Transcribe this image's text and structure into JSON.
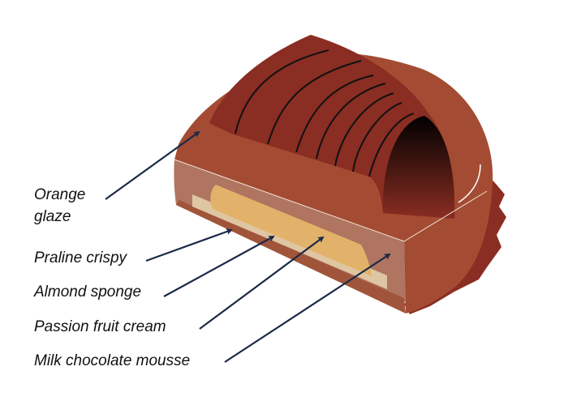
{
  "labels": {
    "orange_glaze_line1": "Orange",
    "orange_glaze_line2": "glaze",
    "praline_crispy": "Praline crispy",
    "almond_sponge": "Almond sponge",
    "passion_fruit_cream": "Passion fruit cream",
    "milk_chocolate_mousse": "Milk chocolate mousse"
  },
  "colors": {
    "arrow": "#1b2947",
    "glaze": "#a34c33",
    "roll": "#8a2d22",
    "mousse": "#b07560",
    "cream": "#e3b26a",
    "sponge": "#dfc6a2",
    "base": "#a0553a"
  }
}
